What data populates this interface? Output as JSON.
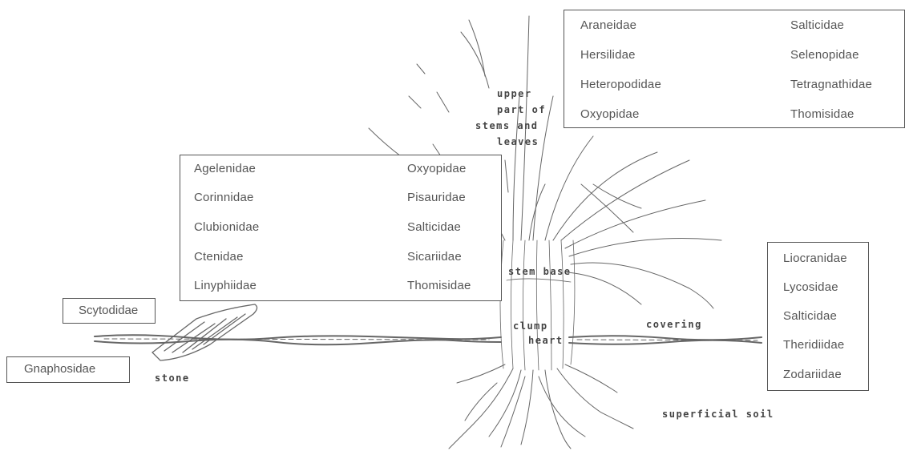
{
  "boxes": {
    "top_right": {
      "left": [
        "Araneidae",
        "Hersilidae",
        "Heteropodidae",
        "Oxyopidae"
      ],
      "right": [
        "Salticidae",
        "Selenopidae",
        "Tetragnathidae",
        "Thomisidae"
      ]
    },
    "middle_left": {
      "left": [
        "Agelenidae",
        "Corinnidae",
        "Clubionidae",
        "Ctenidae",
        "Linyphiidae"
      ],
      "right": [
        "Oxyopidae",
        "Pisauridae",
        "Salticidae",
        "Sicariidae",
        "Thomisidae"
      ]
    },
    "right": {
      "items": [
        "Liocranidae",
        "Lycosidae",
        "Salticidae",
        "Theridiidae",
        "Zodariidae"
      ]
    },
    "scytodidae": "Scytodidae",
    "gnaphosidae": "Gnaphosidae"
  },
  "labels": {
    "upper_1": "upper",
    "upper_2": "part of",
    "upper_3": "stems and",
    "upper_4": "leaves",
    "stem_base": "stem base",
    "clump": "clump",
    "heart": "heart",
    "covering": "covering",
    "stone": "stone",
    "soil": "superficial soil"
  }
}
